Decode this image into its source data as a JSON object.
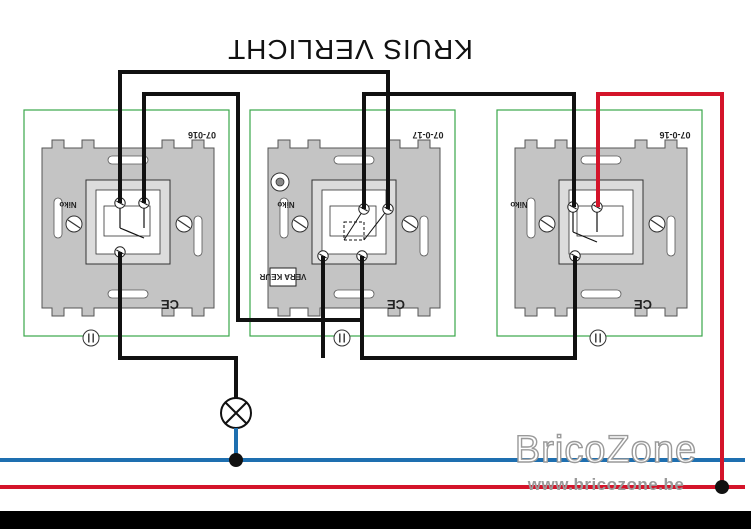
{
  "title": "KRUIS VERLICHT",
  "switches": [
    {
      "code": "07-016",
      "brand": "Niko",
      "mark": "CE"
    },
    {
      "code": "07-0-17",
      "brand": "Niko",
      "mark": "CE",
      "label_box": "VERA KEUR"
    },
    {
      "code": "07-0-16",
      "brand": "Niko",
      "mark": "CE"
    }
  ],
  "watermark": {
    "title": "BricoZone",
    "url": "www.bricozone.be"
  },
  "colors": {
    "neutral_wire": "#1e6fb0",
    "phase_wire": "#d4142a",
    "switch_wire": "#111111",
    "plate_outline": "#3aa64a",
    "plate_fill": "#c4c4c4"
  }
}
